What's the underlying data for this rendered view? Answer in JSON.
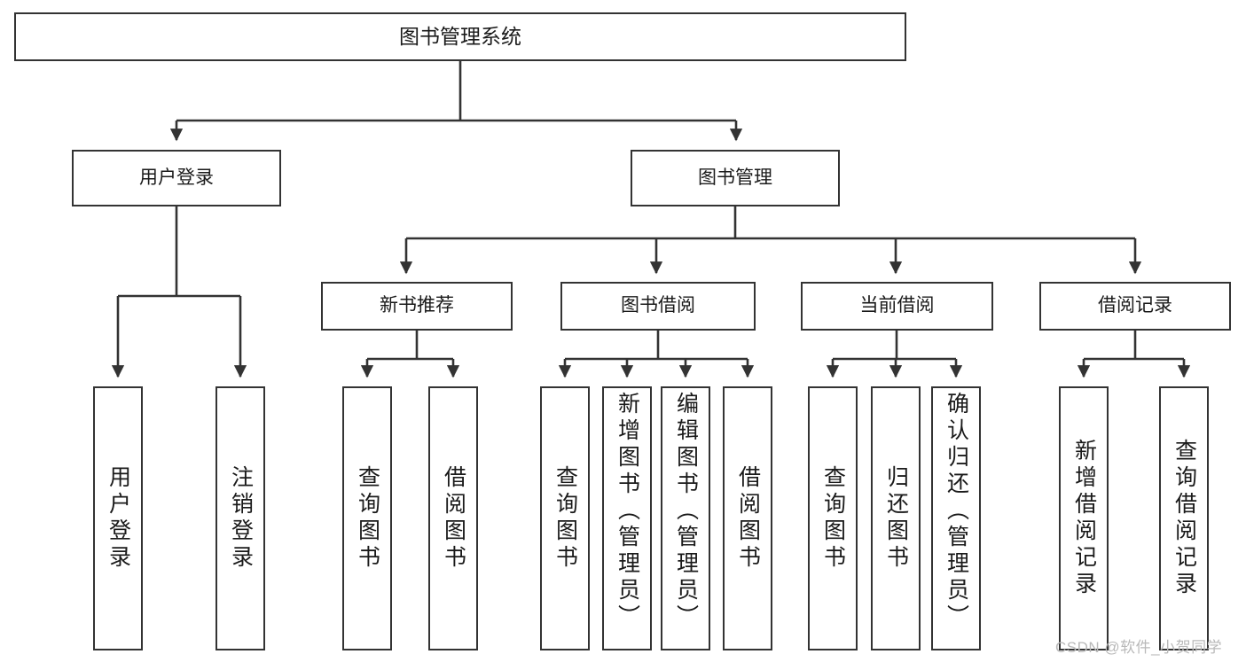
{
  "diagram": {
    "title": "图书管理系统",
    "type": "hierarchy-tree",
    "level2": [
      {
        "id": "user-login",
        "label": "用户登录"
      },
      {
        "id": "book-manage",
        "label": "图书管理"
      }
    ],
    "level3": [
      {
        "id": "new-book-recommend",
        "label": "新书推荐"
      },
      {
        "id": "book-borrow",
        "label": "图书借阅"
      },
      {
        "id": "current-borrow",
        "label": "当前借阅"
      },
      {
        "id": "borrow-record",
        "label": "借阅记录"
      }
    ],
    "leaves": [
      {
        "id": "leaf-user-login",
        "label": "用户登录"
      },
      {
        "id": "leaf-logout-login",
        "label": "注销登录"
      },
      {
        "id": "leaf-query-book-1",
        "label": "查询图书"
      },
      {
        "id": "leaf-borrow-book-1",
        "label": "借阅图书"
      },
      {
        "id": "leaf-query-book-2",
        "label": "查询图书"
      },
      {
        "id": "leaf-add-book-admin",
        "label": "新增图书（管理员）"
      },
      {
        "id": "leaf-edit-book-admin",
        "label": "编辑图书（管理员）"
      },
      {
        "id": "leaf-borrow-book-2",
        "label": "借阅图书"
      },
      {
        "id": "leaf-query-book-3",
        "label": "查询图书"
      },
      {
        "id": "leaf-return-book",
        "label": "归还图书"
      },
      {
        "id": "leaf-confirm-return-admin",
        "label": "确认归还（管理员）"
      },
      {
        "id": "leaf-add-borrow-record",
        "label": "新增借阅记录"
      },
      {
        "id": "leaf-query-borrow-record",
        "label": "查询借阅记录"
      }
    ],
    "watermark": "CSDN @软件_小贺同学",
    "colors": {
      "stroke": "#333333",
      "fill": "#ffffff",
      "text": "#1a1a1a",
      "watermark": "#b9b9b9"
    }
  }
}
